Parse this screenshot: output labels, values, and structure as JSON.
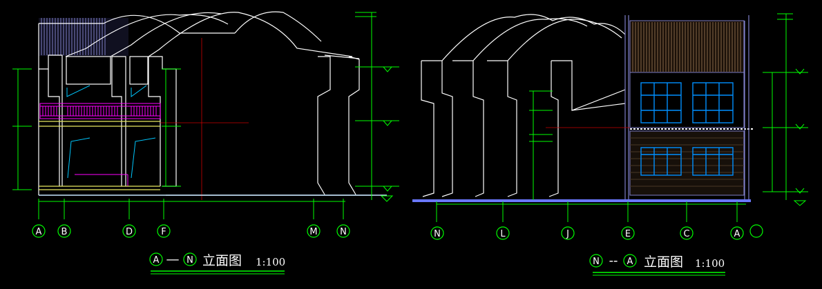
{
  "left_elevation": {
    "axes": [
      "A",
      "B",
      "D",
      "F",
      "M",
      "N"
    ],
    "title": {
      "start_axis": "A",
      "separator": "—",
      "end_axis": "N",
      "label": "立面图",
      "scale": "1:100"
    }
  },
  "right_elevation": {
    "axes": [
      "N",
      "L",
      "J",
      "E",
      "C",
      "A"
    ],
    "title": {
      "start_axis": "N",
      "separator": "--",
      "end_axis": "A",
      "label": "立面图",
      "scale": "1:100"
    }
  },
  "colors": {
    "background": "#000000",
    "outline": "#ffffff",
    "dimension": "#00ff00",
    "balustrade": "#ff00ff",
    "window": "#0090ff",
    "roof": "#8a6a4a",
    "axis_red": "#cc0000",
    "ground": "#6a78ff"
  }
}
